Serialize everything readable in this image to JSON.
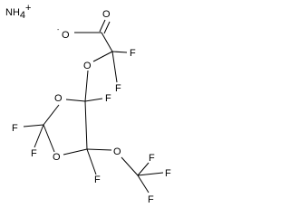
{
  "molecule": {
    "counterion": {
      "base": "NH",
      "subscript": "4",
      "charge": "+"
    },
    "atoms": {
      "o_carbonyl": "O",
      "o_anion": "O",
      "o_anion_charge": "-",
      "f_ch2_top": "F",
      "f_ch2_bottom": "F",
      "o_ether_upper": "O",
      "o_ring_left": "O",
      "f_c4": "F",
      "f_c2_left": "F",
      "f_c2_bottom": "F",
      "o_ring_bottom": "O",
      "f_c5": "F",
      "o_ocf3": "O",
      "f_cf3_top": "F",
      "f_cf3_mid": "F",
      "f_cf3_bottom": "F"
    }
  }
}
